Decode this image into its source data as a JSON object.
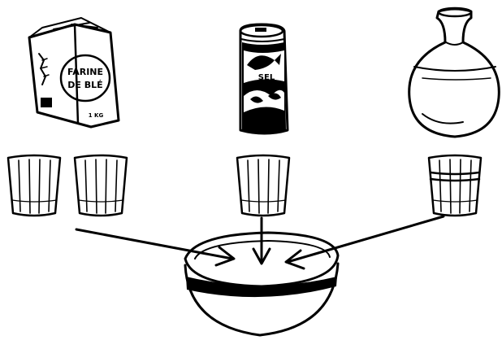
{
  "flour_bag": {
    "line1": "FARINE",
    "line2": "DE BLÉ",
    "weight": "1 KG"
  },
  "salt_can": {
    "label": "SEL"
  },
  "colors": {
    "ink": "#000000",
    "paper": "#ffffff"
  },
  "ingredients": [
    {
      "name": "flour",
      "glasses": 2
    },
    {
      "name": "salt",
      "glasses": 1
    },
    {
      "name": "oil",
      "glasses": 1
    }
  ]
}
